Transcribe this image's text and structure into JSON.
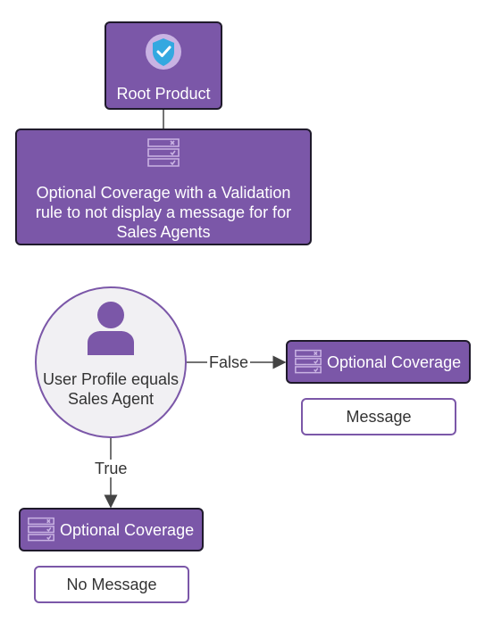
{
  "colors": {
    "node_fill": "#7b57a8",
    "node_border": "#1f1a2b",
    "decision_fill": "#f1f0f3",
    "line": "#444444",
    "outline": "#7b57a8"
  },
  "nodes": {
    "root": {
      "label": "Root Product",
      "icon": "shield-check-icon"
    },
    "coverage_main": {
      "label": "Optional Coverage with a Validation rule to not display a message for for Sales Agents",
      "icon": "product-list-icon"
    },
    "decision": {
      "label": "User Profile equals Sales Agent",
      "icon": "person-icon"
    },
    "coverage_false": {
      "label": "Optional Coverage",
      "icon": "product-list-icon"
    },
    "message_false": {
      "label": "Message"
    },
    "coverage_true": {
      "label": "Optional Coverage",
      "icon": "product-list-icon"
    },
    "message_true": {
      "label": "No Message"
    }
  },
  "edges": {
    "false_label": "False",
    "true_label": "True"
  }
}
